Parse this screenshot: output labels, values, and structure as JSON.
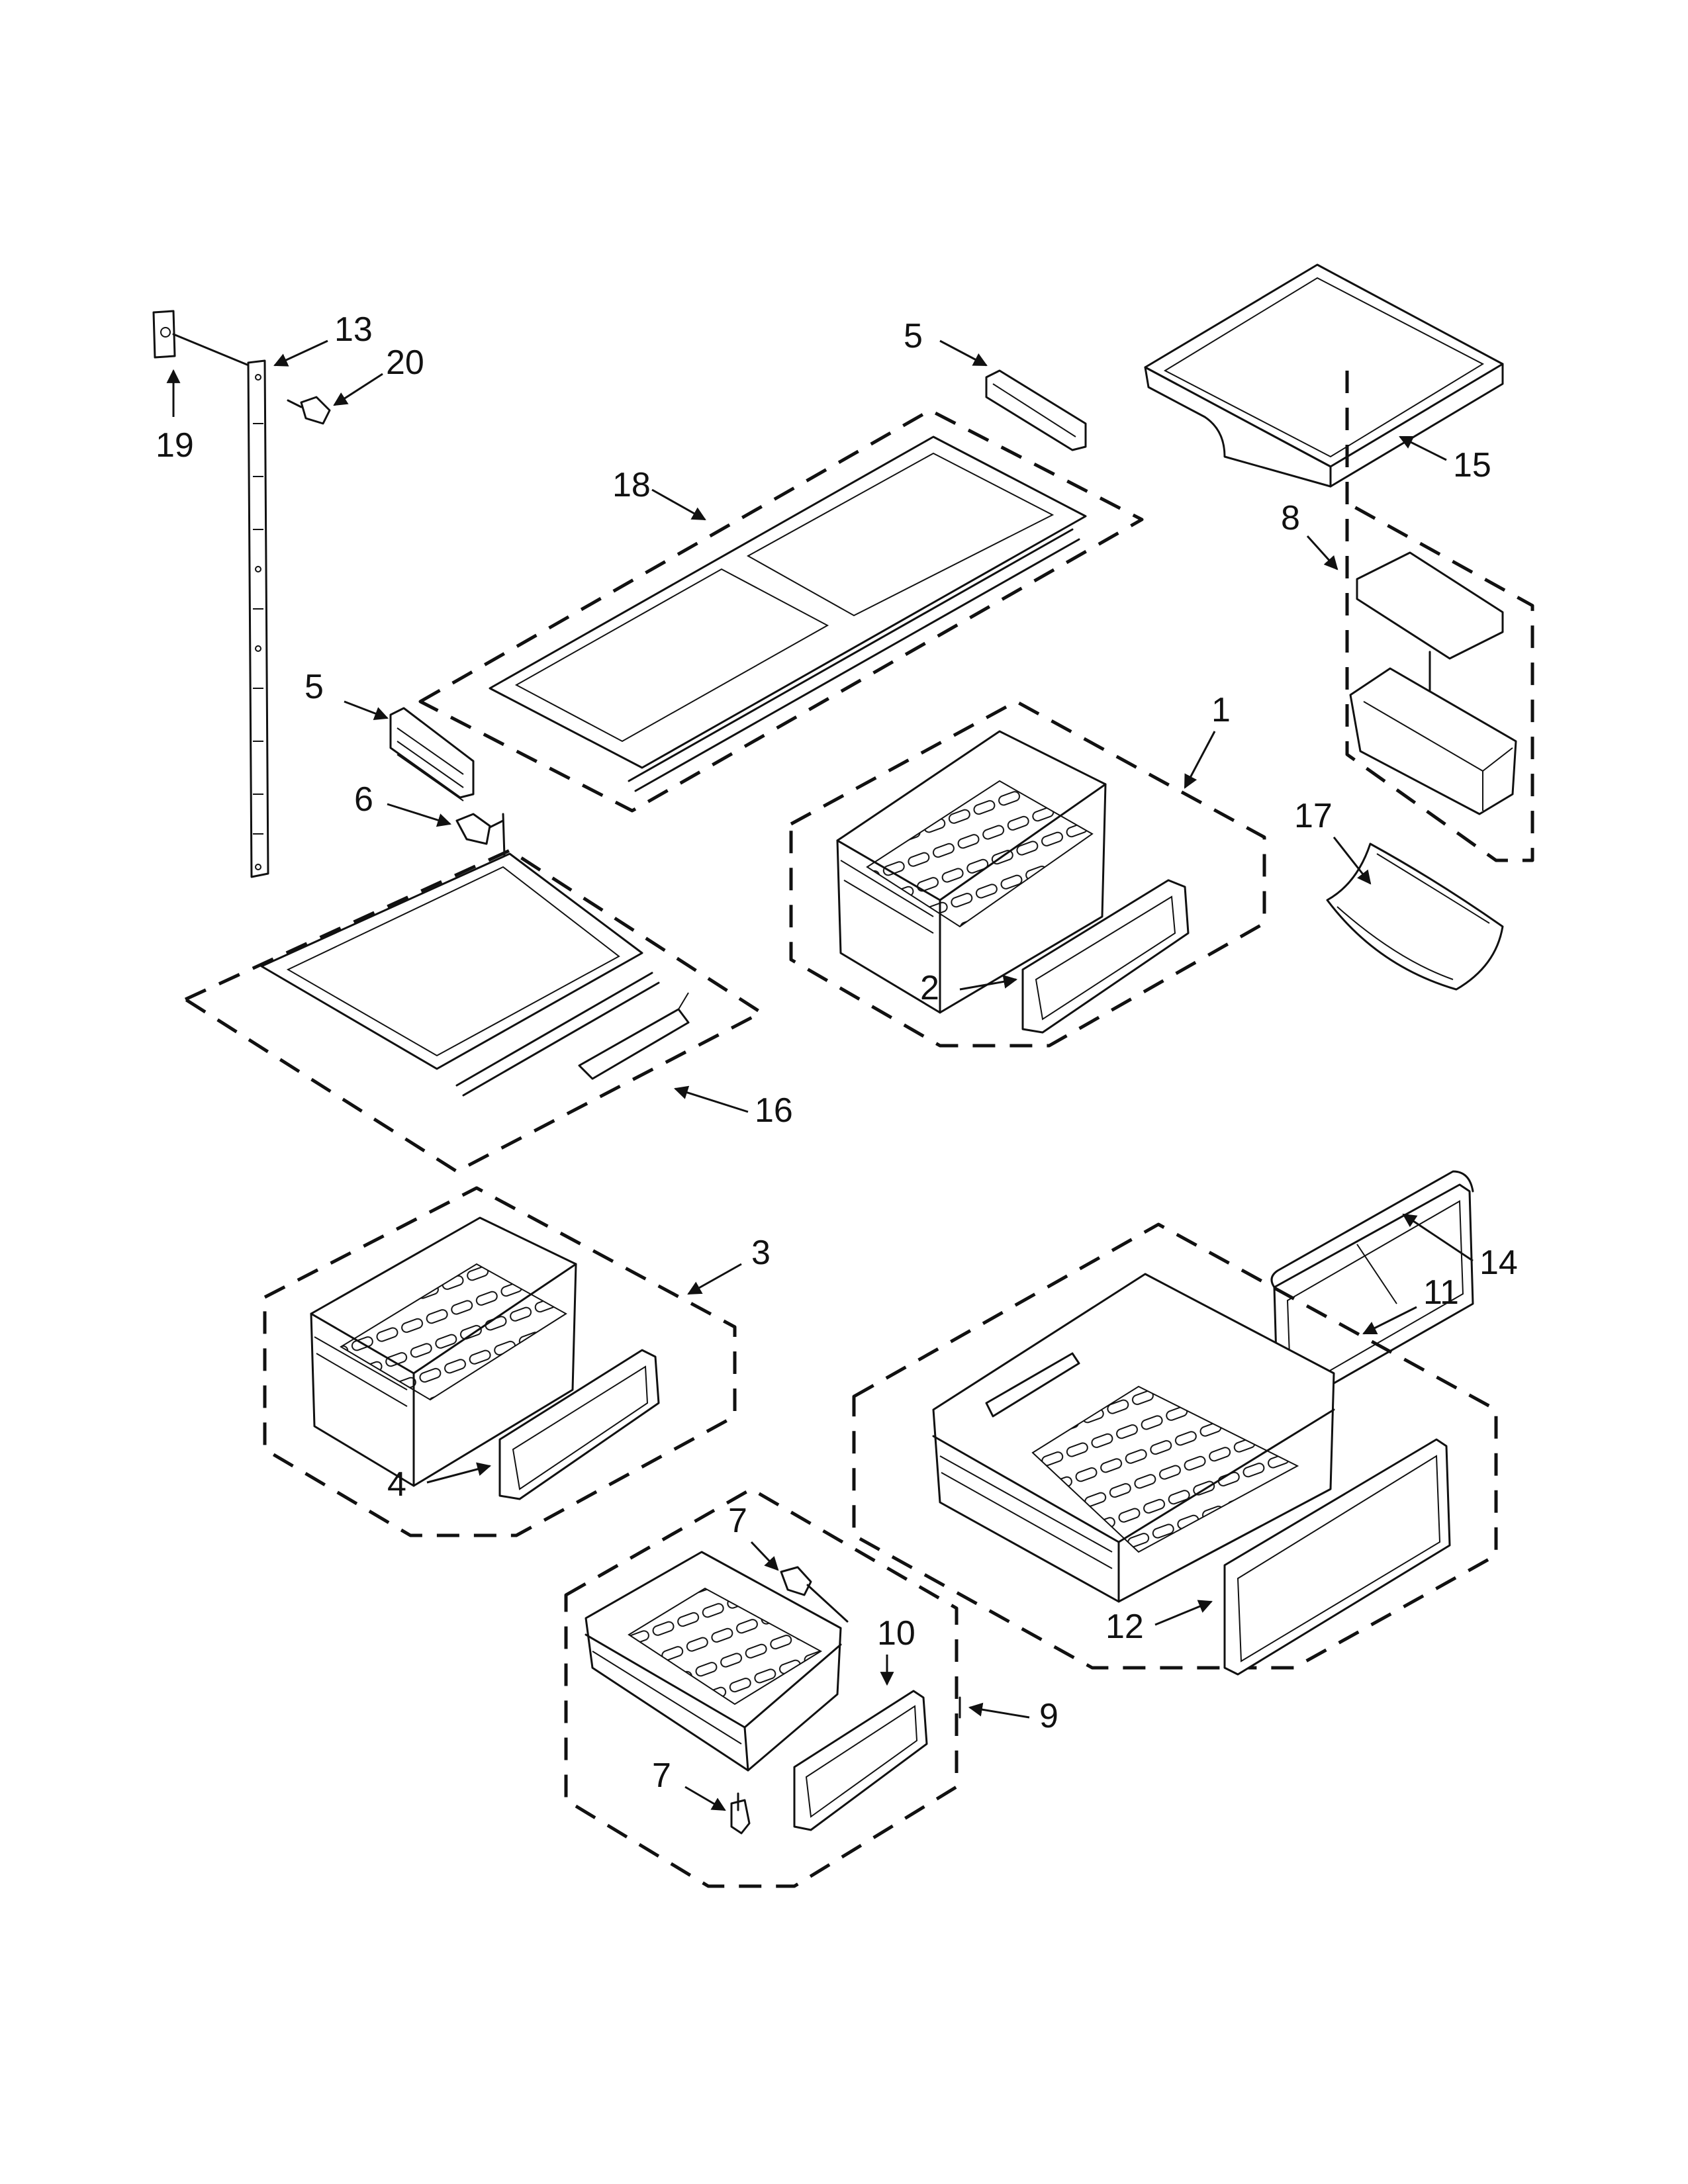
{
  "callouts": {
    "c1": "1",
    "c2": "2",
    "c3": "3",
    "c4": "4",
    "c5a": "5",
    "c5b": "5",
    "c6": "6",
    "c7a": "7",
    "c7b": "7",
    "c8": "8",
    "c9": "9",
    "c10": "10",
    "c11": "11",
    "c12": "12",
    "c13": "13",
    "c14": "14",
    "c15": "15",
    "c16": "16",
    "c17": "17",
    "c18": "18",
    "c19": "19",
    "c20": "20"
  }
}
